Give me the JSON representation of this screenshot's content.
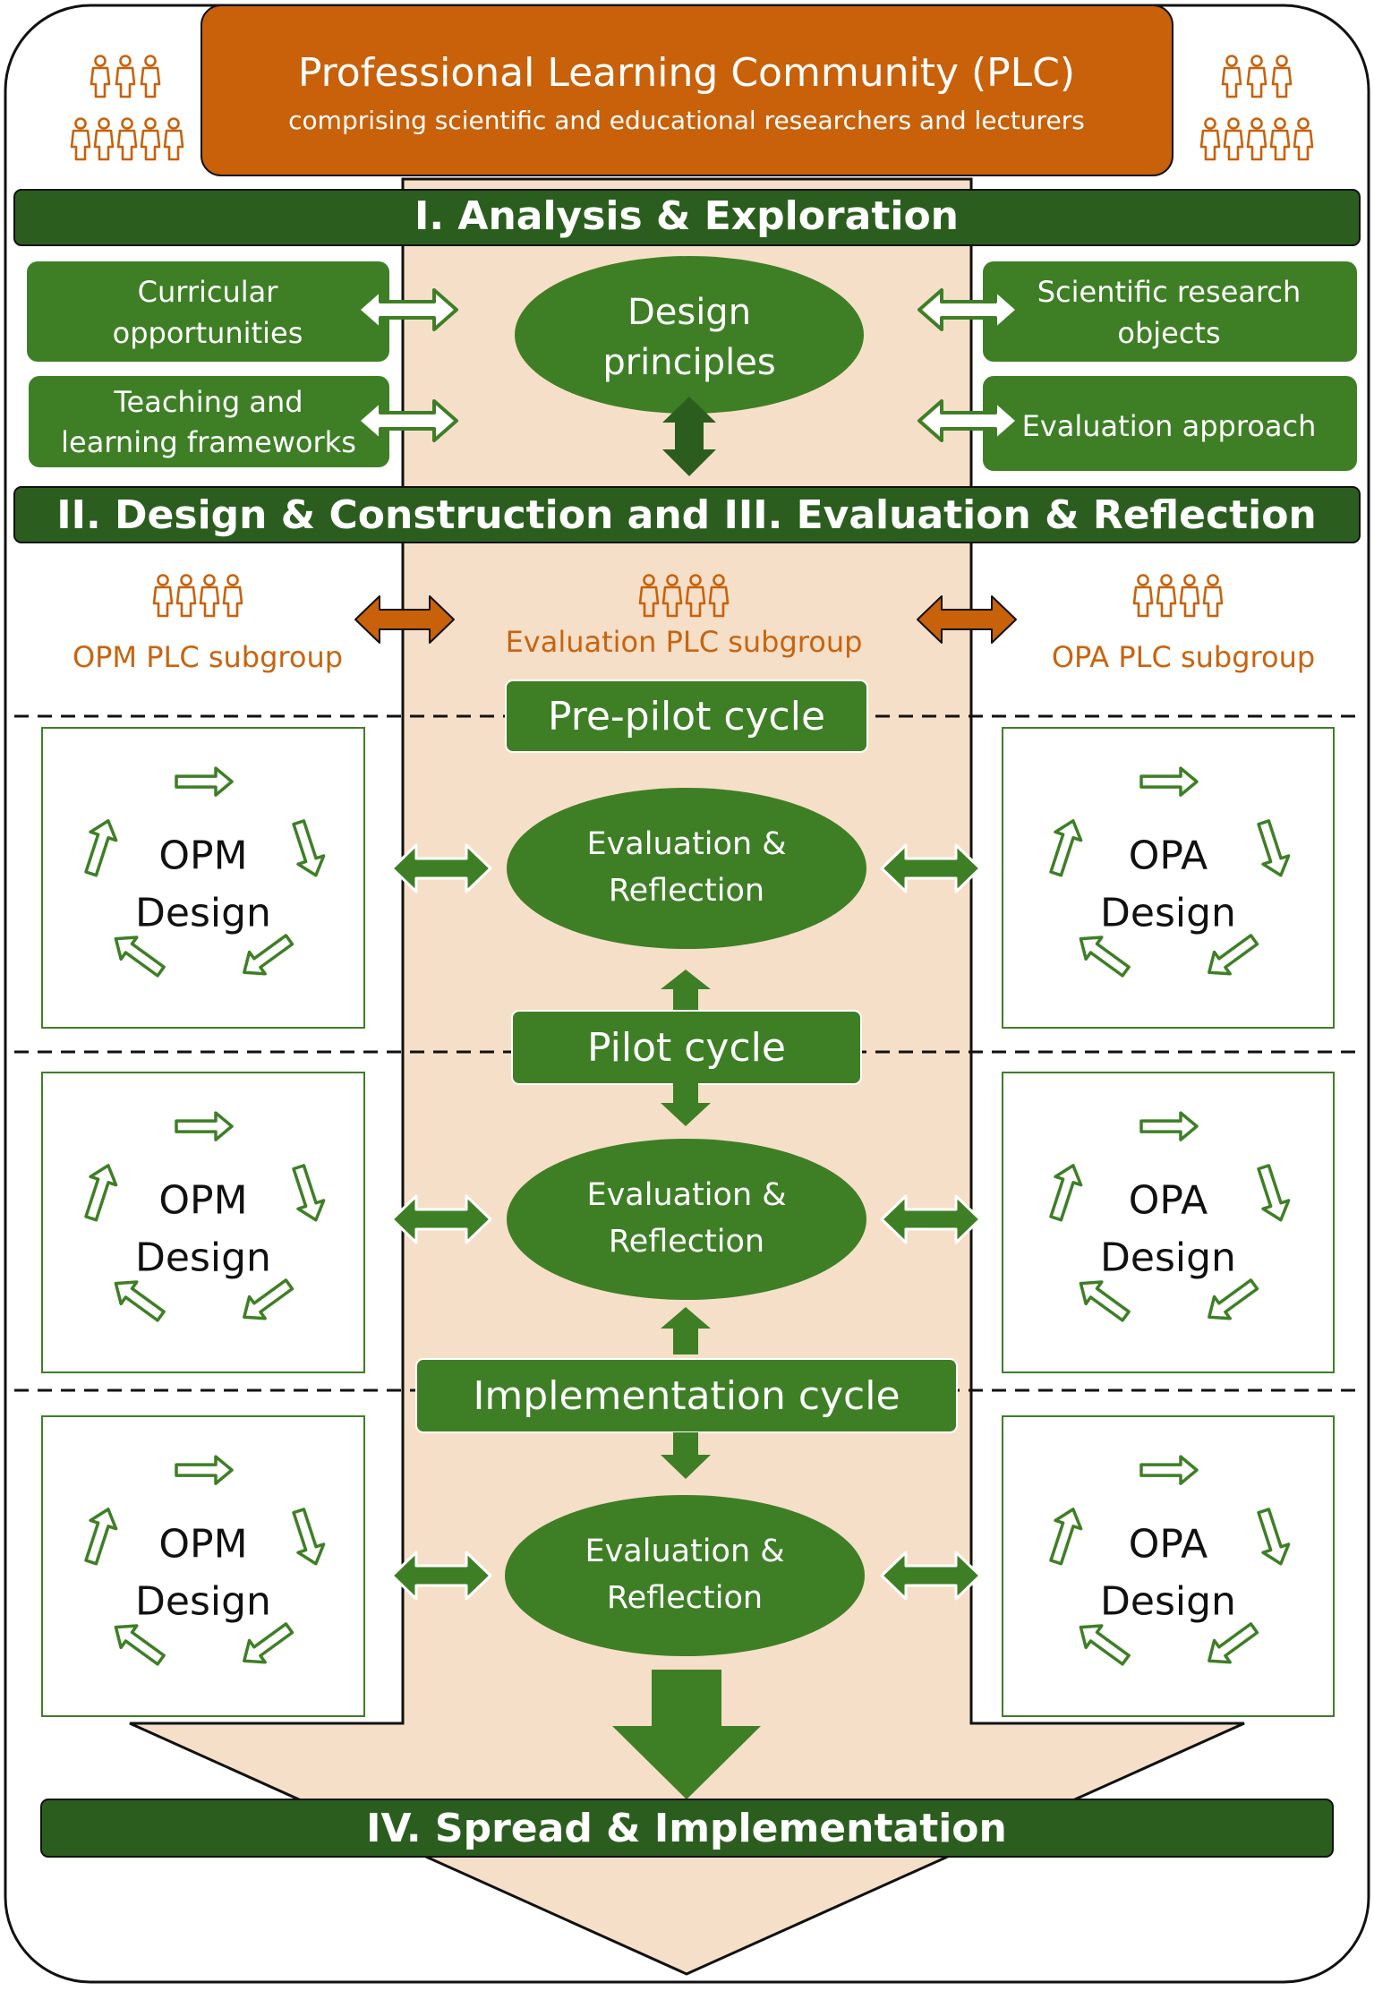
{
  "plc": {
    "title": "Professional Learning Community (PLC)",
    "subtitle": "comprising scientific and educational researchers and lecturers"
  },
  "phases": {
    "analysis": "I. Analysis & Exploration",
    "design": "II. Design & Construction and III. Evaluation & Reflection",
    "spread": "IV. Spread & Implementation"
  },
  "analysis": {
    "curricular": [
      "Curricular",
      "opportunities"
    ],
    "teaching": [
      "Teaching and",
      "learning frameworks"
    ],
    "principles": [
      "Design",
      "principles"
    ],
    "scientific": [
      "Scientific research",
      "objects"
    ],
    "evaluation_approach": "Evaluation approach"
  },
  "subgroups": {
    "opm": "OPM PLC subgroup",
    "evaluation": "Evaluation PLC subgroup",
    "opa": "OPA PLC subgroup"
  },
  "cycles": [
    {
      "name": "Pre-pilot cycle",
      "opm": [
        "OPM",
        "Design"
      ],
      "opa": [
        "OPA",
        "Design"
      ],
      "eval": [
        "Evaluation &",
        "Reflection"
      ]
    },
    {
      "name": "Pilot cycle",
      "opm": [
        "OPM",
        "Design"
      ],
      "opa": [
        "OPA",
        "Design"
      ],
      "eval": [
        "Evaluation &",
        "Reflection"
      ]
    },
    {
      "name": "Implementation cycle",
      "opm": [
        "OPM",
        "Design"
      ],
      "opa": [
        "OPA",
        "Design"
      ],
      "eval": [
        "Evaluation &",
        "Reflection"
      ]
    }
  ],
  "colors": {
    "dark_green": "#2b5e1e",
    "green": "#3e7f26",
    "orange": "#c8610a",
    "peach": "#f6dfc8",
    "orange_text": "#c8640f"
  },
  "icons": {
    "people": "people-icon",
    "cycle_arrow": "cycle-arrow-icon",
    "double_arrow": "double-arrow-icon"
  }
}
